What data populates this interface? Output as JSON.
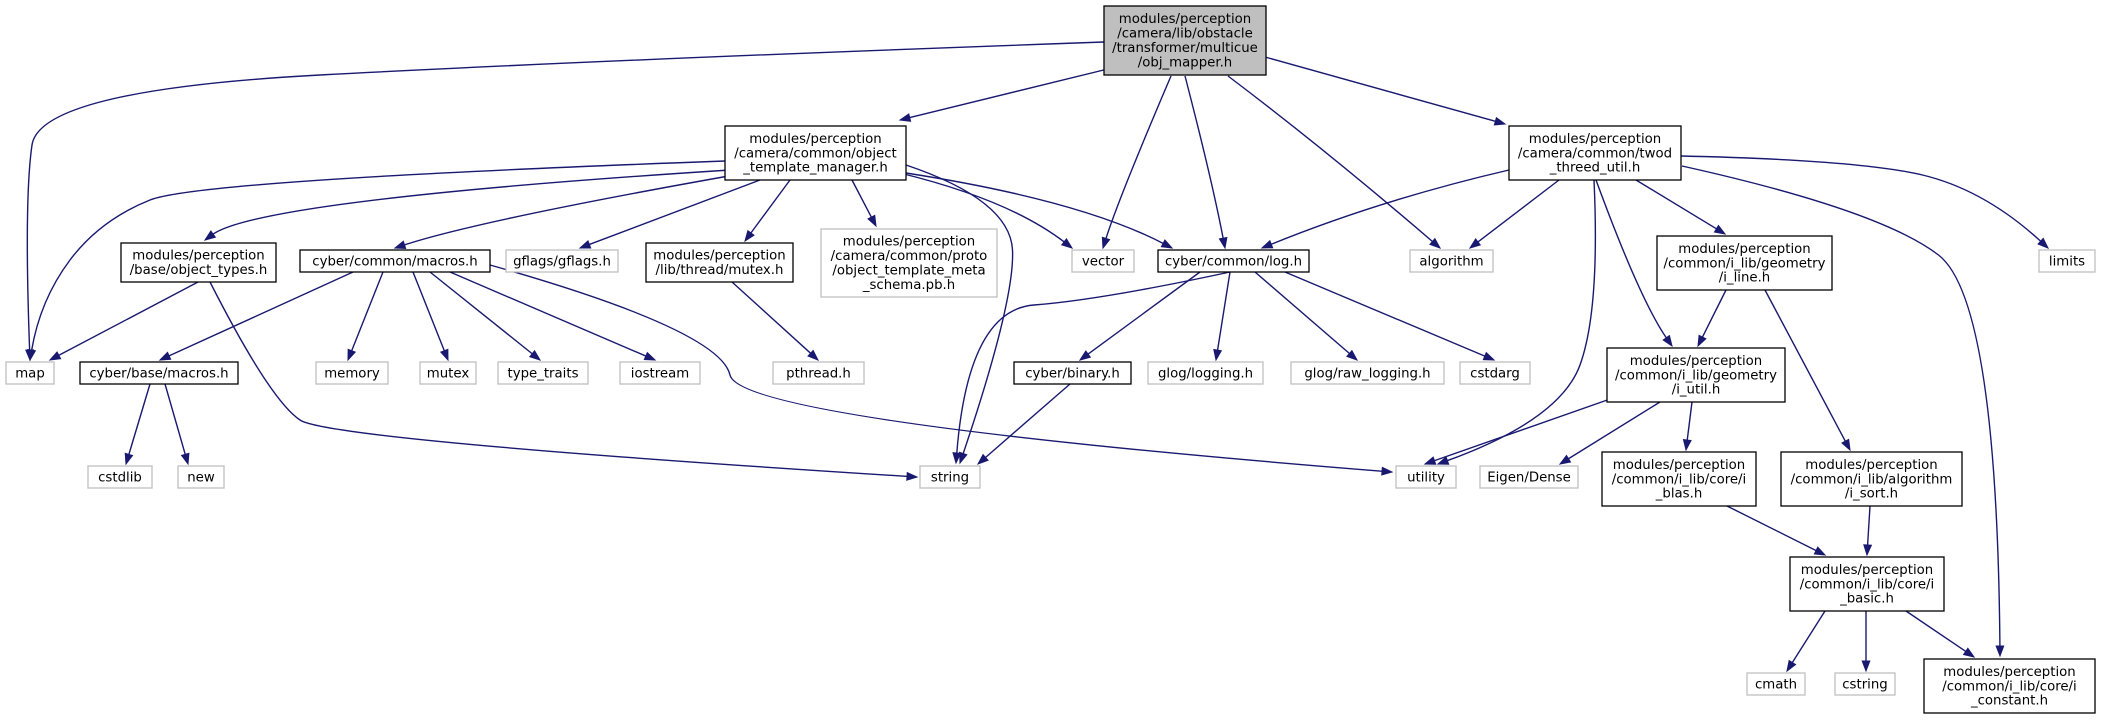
{
  "graph": {
    "nodes": [
      {
        "id": "root",
        "lines": [
          "modules/perception",
          "/camera/lib/obstacle",
          "/transformer/multicue",
          "/obj_mapper.h"
        ],
        "kind": "root"
      },
      {
        "id": "otm",
        "lines": [
          "modules/perception",
          "/camera/common/object",
          "_template_manager.h"
        ],
        "kind": "file"
      },
      {
        "id": "ttu",
        "lines": [
          "modules/perception",
          "/camera/common/twod",
          "_threed_util.h"
        ],
        "kind": "file"
      },
      {
        "id": "map",
        "lines": [
          "map"
        ],
        "kind": "system"
      },
      {
        "id": "vector",
        "lines": [
          "vector"
        ],
        "kind": "system"
      },
      {
        "id": "log",
        "lines": [
          "cyber/common/log.h"
        ],
        "kind": "file"
      },
      {
        "id": "algorithm",
        "lines": [
          "algorithm"
        ],
        "kind": "system"
      },
      {
        "id": "limits",
        "lines": [
          "limits"
        ],
        "kind": "system"
      },
      {
        "id": "objtypes",
        "lines": [
          "modules/perception",
          "/base/object_types.h"
        ],
        "kind": "file"
      },
      {
        "id": "cmacros",
        "lines": [
          "cyber/common/macros.h"
        ],
        "kind": "file"
      },
      {
        "id": "gflags",
        "lines": [
          "gflags/gflags.h"
        ],
        "kind": "system"
      },
      {
        "id": "mutex_h",
        "lines": [
          "modules/perception",
          "/lib/thread/mutex.h"
        ],
        "kind": "file"
      },
      {
        "id": "proto",
        "lines": [
          "modules/perception",
          "/camera/common/proto",
          "/object_template_meta",
          "_schema.pb.h"
        ],
        "kind": "system"
      },
      {
        "id": "iline",
        "lines": [
          "modules/perception",
          "/common/i_lib/geometry",
          "/i_line.h"
        ],
        "kind": "file"
      },
      {
        "id": "iutil",
        "lines": [
          "modules/perception",
          "/common/i_lib/geometry",
          "/i_util.h"
        ],
        "kind": "file"
      },
      {
        "id": "bmacros",
        "lines": [
          "cyber/base/macros.h"
        ],
        "kind": "file"
      },
      {
        "id": "memory",
        "lines": [
          "memory"
        ],
        "kind": "system"
      },
      {
        "id": "mutex",
        "lines": [
          "mutex"
        ],
        "kind": "system"
      },
      {
        "id": "typetraits",
        "lines": [
          "type_traits"
        ],
        "kind": "system"
      },
      {
        "id": "iostream",
        "lines": [
          "iostream"
        ],
        "kind": "system"
      },
      {
        "id": "pthread",
        "lines": [
          "pthread.h"
        ],
        "kind": "system"
      },
      {
        "id": "binary",
        "lines": [
          "cyber/binary.h"
        ],
        "kind": "file"
      },
      {
        "id": "glogging",
        "lines": [
          "glog/logging.h"
        ],
        "kind": "system"
      },
      {
        "id": "grawlog",
        "lines": [
          "glog/raw_logging.h"
        ],
        "kind": "system"
      },
      {
        "id": "cstdarg",
        "lines": [
          "cstdarg"
        ],
        "kind": "system"
      },
      {
        "id": "cstdlib",
        "lines": [
          "cstdlib"
        ],
        "kind": "system"
      },
      {
        "id": "new",
        "lines": [
          "new"
        ],
        "kind": "system"
      },
      {
        "id": "string",
        "lines": [
          "string"
        ],
        "kind": "system"
      },
      {
        "id": "utility",
        "lines": [
          "utility"
        ],
        "kind": "system"
      },
      {
        "id": "eigen",
        "lines": [
          "Eigen/Dense"
        ],
        "kind": "system"
      },
      {
        "id": "iblas",
        "lines": [
          "modules/perception",
          "/common/i_lib/core/i",
          "_blas.h"
        ],
        "kind": "file"
      },
      {
        "id": "isort",
        "lines": [
          "modules/perception",
          "/common/i_lib/algorithm",
          "/i_sort.h"
        ],
        "kind": "file"
      },
      {
        "id": "ibasic",
        "lines": [
          "modules/perception",
          "/common/i_lib/core/i",
          "_basic.h"
        ],
        "kind": "file"
      },
      {
        "id": "cmath",
        "lines": [
          "cmath"
        ],
        "kind": "system"
      },
      {
        "id": "cstring",
        "lines": [
          "cstring"
        ],
        "kind": "system"
      },
      {
        "id": "iconstant",
        "lines": [
          "modules/perception",
          "/common/i_lib/core/i",
          "_constant.h"
        ],
        "kind": "file"
      }
    ]
  }
}
